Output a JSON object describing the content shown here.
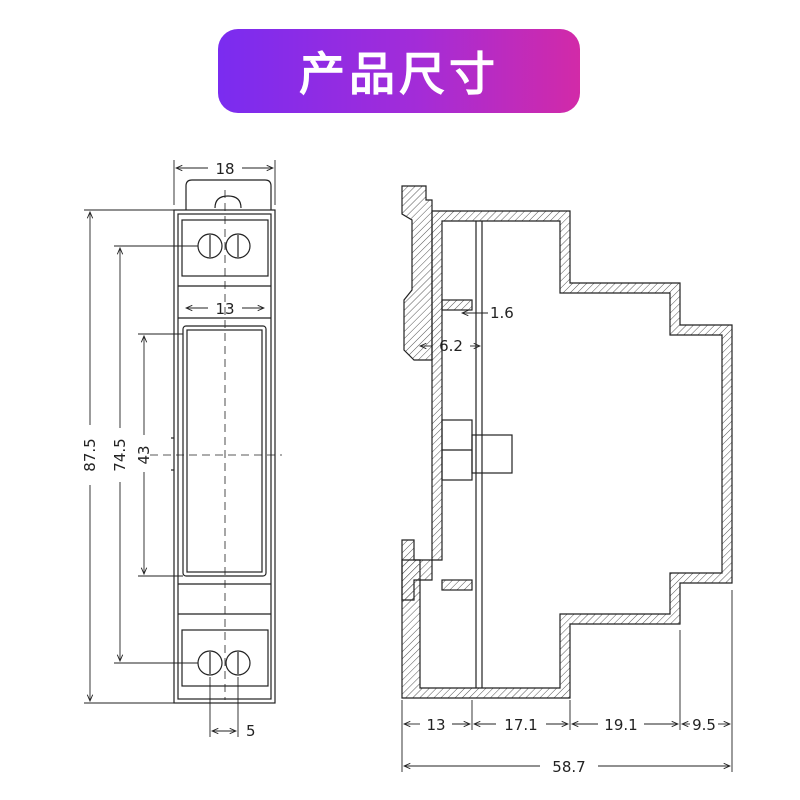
{
  "title": "产品尺寸",
  "front_view": {
    "width": "18",
    "height_total": "87.5",
    "height_holes": "74.5",
    "height_window": "43",
    "window_width": "13",
    "hole_spacing": "5"
  },
  "side_view": {
    "dim_1_6": "1.6",
    "dim_6_2": "6.2",
    "seg_1": "13",
    "seg_2": "17.1",
    "seg_3": "19.1",
    "seg_4": "9.5",
    "total_depth": "58.7"
  }
}
